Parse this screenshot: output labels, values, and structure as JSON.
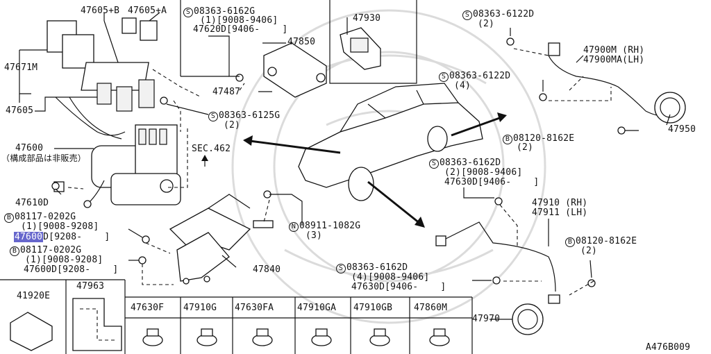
{
  "diagram_code": "A476B009",
  "labels": {
    "p47605B": "47605+B",
    "p47605A": "47605+A",
    "p47671M": "47671M",
    "p47605": "47605",
    "p47600": "47600",
    "p47600_note": "（構成部品は非販売）",
    "p47610D": "47610D",
    "s6162G_code": "08363-6162G",
    "s6162G_l1": "(1)[9008-9406]",
    "s6162G_l2": "47620D[9406-    ]",
    "p47850": "47850",
    "p47487": "47487",
    "p47930": "47930",
    "s6125G_code": "08363-6125G",
    "s6125G_qty": "(2)",
    "sec462": "SEC.462",
    "s6122D_a_code": "08363-6122D",
    "s6122D_a_qty": "(2)",
    "p47900M": "47900M (RH)",
    "p47900MA": "47900MA(LH)",
    "s6122D_b_code": "08363-6122D",
    "s6122D_b_qty": "(4)",
    "b8162E_a_code": "08120-8162E",
    "b8162E_a_qty": "(2)",
    "p47950": "47950",
    "s6162D_a_code": "08363-6162D",
    "s6162D_a_l1": "(2)[9008-9406]",
    "s6162D_a_l2": "47630D[9406-    ]",
    "p47910": "47910 (RH)",
    "p47911": "47911 (LH)",
    "b8162E_b_code": "08120-8162E",
    "b8162E_b_qty": "(2)",
    "b0202G_a_code": "08117-0202G",
    "b0202G_a_l1": "(1)[9008-9208]",
    "b0202G_a_l2_hl": "47600",
    "b0202G_a_l2_rest": "D[9208-    ]",
    "b0202G_b_code": "08117-0202G",
    "b0202G_b_l1": "(1)[9008-9208]",
    "b0202G_b_l2": "47600D[9208-    ]",
    "n1082G_code": "08911-1082G",
    "n1082G_qty": "(3)",
    "p47840": "47840",
    "s6162D_b_code": "08363-6162D",
    "s6162D_b_l1": "(4)[9008-9406]",
    "s6162D_b_l2": "47630D[9406-    ]",
    "p47970": "47970"
  },
  "symbols": {
    "S": "S",
    "B": "B",
    "N": "N"
  },
  "table": {
    "left_cells": [
      "41920E",
      "47963"
    ],
    "headers": [
      "47630F",
      "47910G",
      "47630FA",
      "47910GA",
      "47910GB",
      "47860M"
    ]
  },
  "colors": {
    "highlight": "#6666cc",
    "line": "#111111",
    "background": "#ffffff",
    "watermark": "#d8d8d8"
  }
}
